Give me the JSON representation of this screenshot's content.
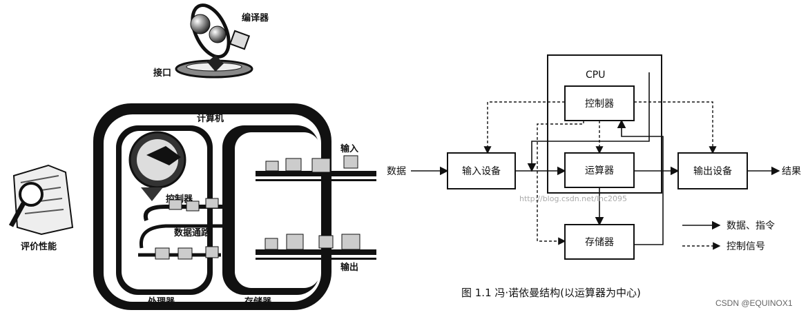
{
  "left": {
    "compiler": "编译器",
    "interface": "接口",
    "computer": "计算机",
    "control": "控制器",
    "datapath": "数据通路",
    "processor": "处理器",
    "memory": "存储器",
    "input": "输入",
    "output": "输出",
    "performance": "评价性能"
  },
  "right": {
    "cpu": "CPU",
    "controller": "控制器",
    "alu": "运算器",
    "memory": "存储器",
    "input_device": "输入设备",
    "output_device": "输出设备",
    "data_in": "数据",
    "result": "结果",
    "legend_solid": "数据、指令",
    "legend_dashed": "控制信号",
    "caption": "图 1.1   冯·诺依曼结构(以运算器为中心)",
    "url": "http://blog.csdn.net/lhc2095"
  },
  "watermark": "CSDN @EQUINOX1"
}
